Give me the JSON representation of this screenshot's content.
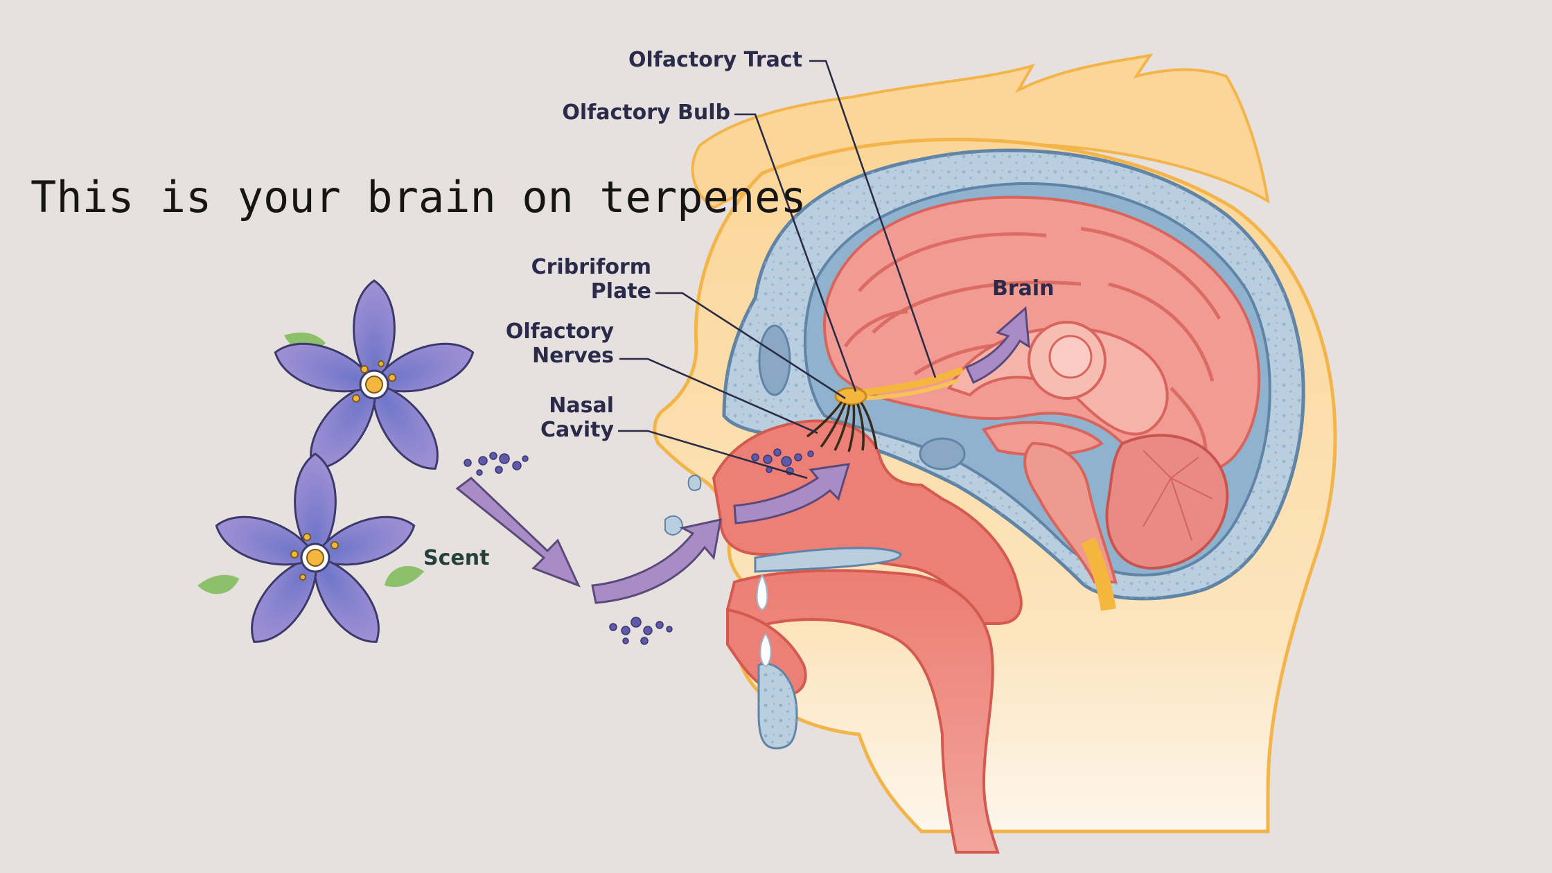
{
  "title": "This is your brain on terpenes",
  "labels": {
    "olfactory_tract": "Olfactory Tract",
    "olfactory_bulb": "Olfactory Bulb",
    "cribriform_line1": "Cribriform",
    "cribriform_line2": "Plate",
    "olfactory_nerves_line1": "Olfactory",
    "olfactory_nerves_line2": "Nerves",
    "nasal_cavity_line1": "Nasal",
    "nasal_cavity_line2": "Cavity",
    "brain": "Brain",
    "scent": "Scent"
  },
  "colors": {
    "background": "#e6e1df",
    "skin": "#fbd89a",
    "skull": "#b9cfe0",
    "brain": "#f29b93",
    "tissue": "#ec7f76",
    "flower": "#8f86d2",
    "arrow": "#a98bc6",
    "nerve": "#f4b63c"
  }
}
